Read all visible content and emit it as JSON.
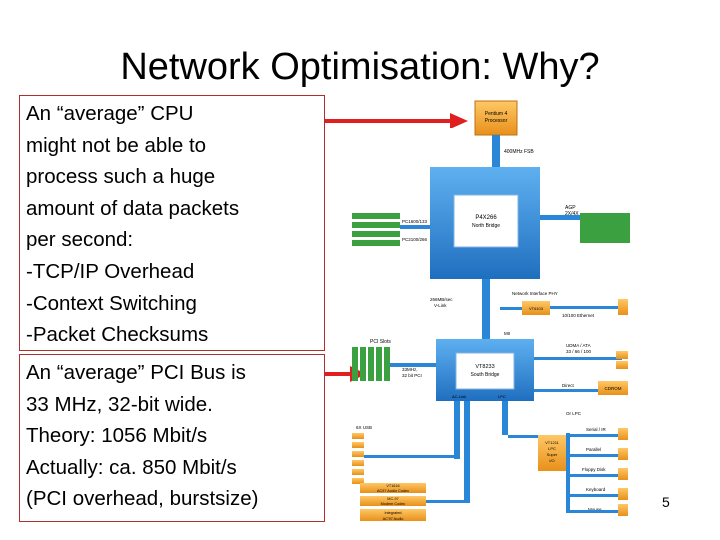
{
  "title": "Network Optimisation: Why?",
  "box1": {
    "lines": [
      "An “average” CPU",
      "might not be able to",
      "process such a huge",
      "amount of data packets",
      "per second:",
      "-TCP/IP Overhead",
      "-Context Switching",
      "-Packet Checksums"
    ]
  },
  "box2": {
    "lines": [
      "An “average” PCI Bus is",
      "33 MHz, 32-bit wide.",
      "Theory: 1056 Mbit/s",
      "Actually: ca. 850 Mbit/s",
      "(PCI overhead, burstsize)"
    ]
  },
  "page_number": "5",
  "diagram": {
    "cpu": [
      "Pentium 4",
      "Processor"
    ],
    "fsb": "400MHz FSB",
    "north_bridge": [
      "P4X266",
      "North Bridge"
    ],
    "pc_labels": [
      "PC1600/133",
      "PC2100/266"
    ],
    "agp": [
      "AGP",
      "2X/4X"
    ],
    "vlink": [
      "266MB/sec",
      "V-Link"
    ],
    "network_interface": "Network Interface PHY",
    "vt_chip": "VT6103",
    "ethernet": "10/100 Ethernet",
    "pci_slots": "PCI Slots",
    "pci_bus": [
      "33MHz,",
      "32 bit PCI"
    ],
    "south_bridge": [
      "VT8233",
      "South Bridge"
    ],
    "mii": "MII",
    "udma": [
      "UDMA / ATA",
      "33 / 66 / 100"
    ],
    "direct": "Direct",
    "cdrom": "CDROM",
    "lpc": "LPC",
    "ac_link": "AC-Link",
    "or_lpc": "Or LPC",
    "serial": "Serial / IR",
    "parallel": "Parallel",
    "floppy": "Floppy Disk",
    "keyboard": "Keyboard",
    "mouse": "Mouse",
    "usb": "6X USB",
    "super_io": [
      "VT1211",
      "LPC",
      "Super",
      "I/O"
    ],
    "ac97_audio": [
      "VT1616",
      "AC97 Audio Codec"
    ],
    "mc97": [
      "MC-97",
      "Modem Codec"
    ],
    "integrated": [
      "Integrated",
      "AC'97 Audio"
    ]
  },
  "colors": {
    "arrow": "#e02020",
    "box_border": "#b03030",
    "chip_blue": "#2a86d6",
    "chip_orange": "#f5a623"
  }
}
